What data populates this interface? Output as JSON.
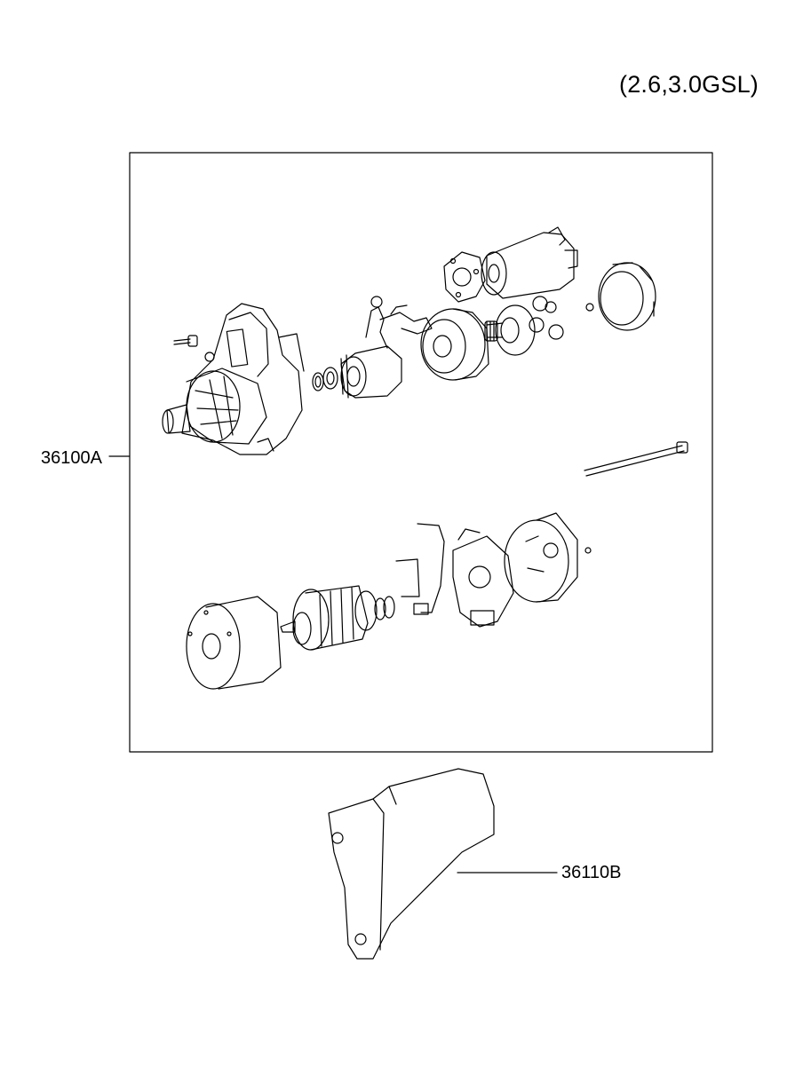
{
  "diagram": {
    "title": "(2.6,3.0GSL)",
    "parts": [
      {
        "part_number": "36100A"
      },
      {
        "part_number": "36110B"
      }
    ]
  }
}
